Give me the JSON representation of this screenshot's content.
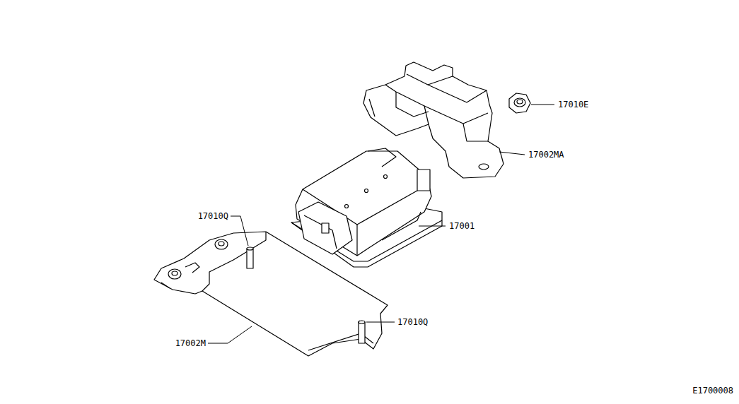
{
  "diagram": {
    "labels": [
      "17010E",
      "17002MA",
      "17010Q",
      "17001",
      "17010Q",
      "17002M",
      "E1700008"
    ]
  }
}
